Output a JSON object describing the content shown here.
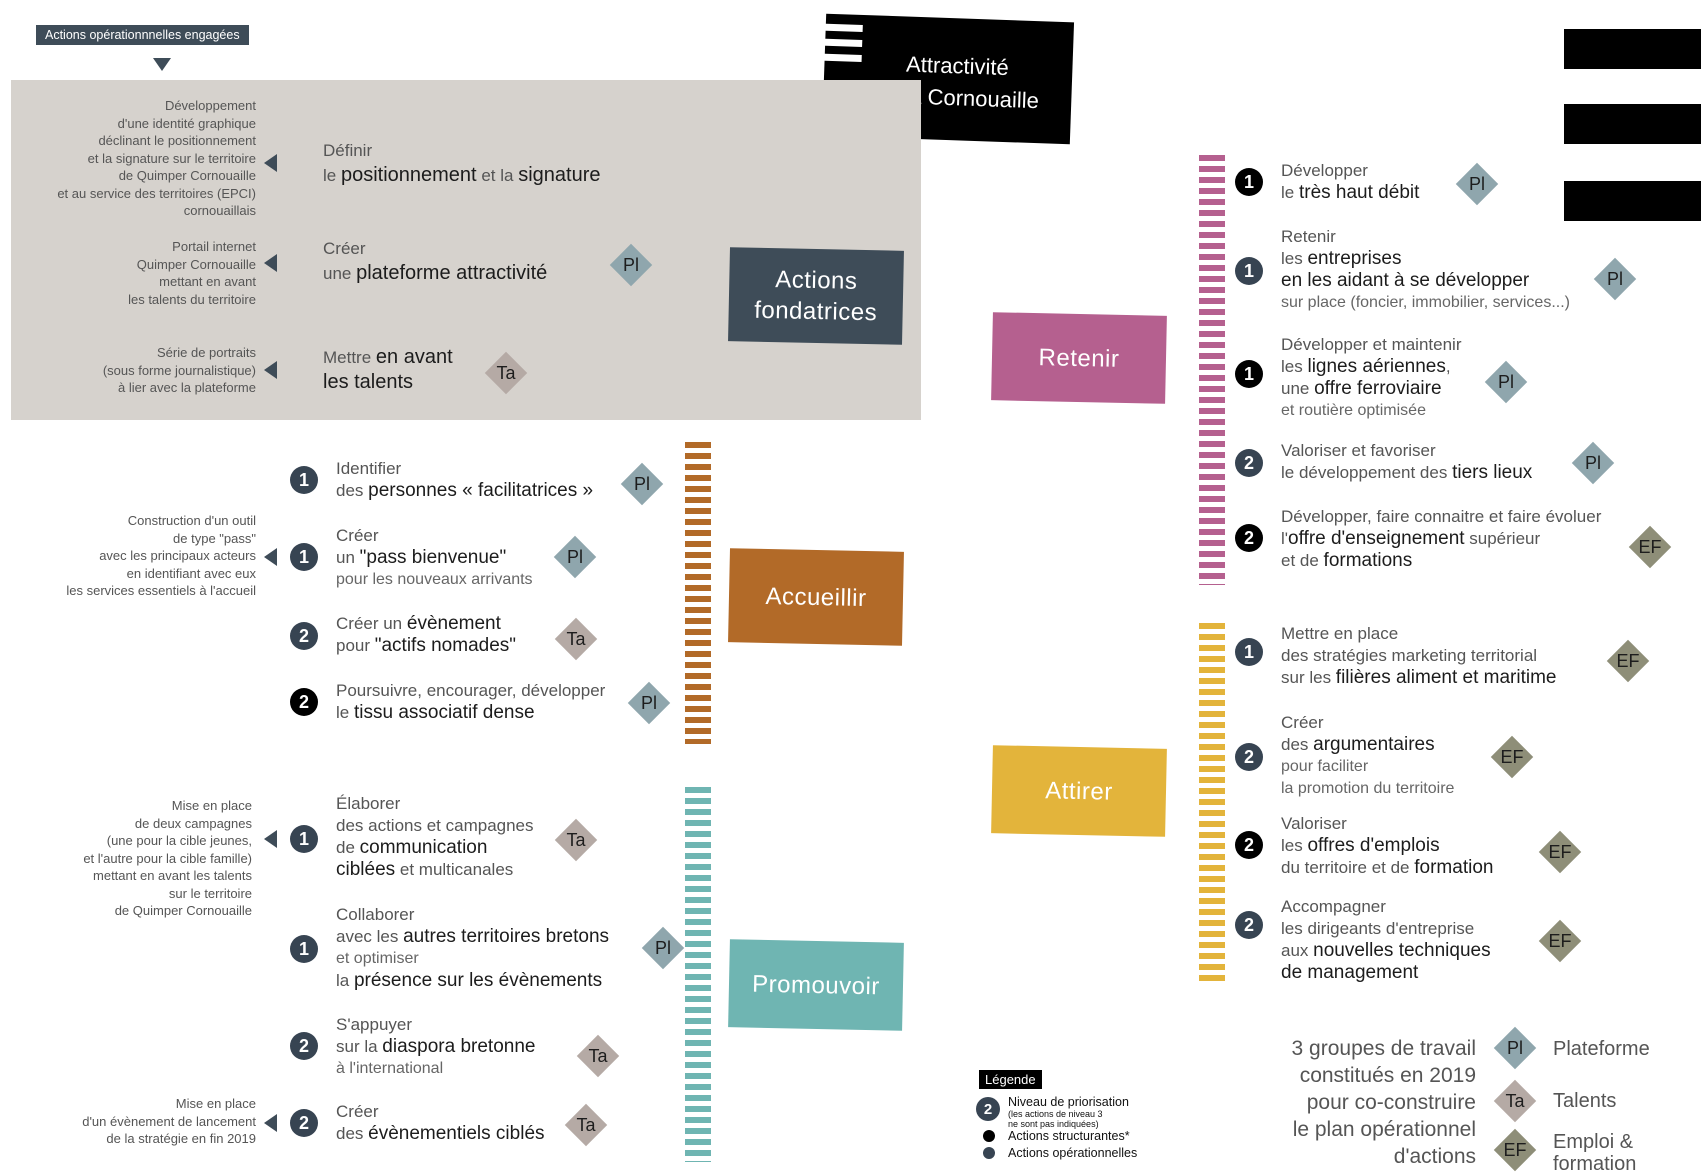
{
  "header": {
    "tag": "Actions opérationnnelles engagées",
    "title_line1": "Attractivité",
    "title_line2": "de la Cornouaille"
  },
  "fondatrices": {
    "label_line1": "Actions",
    "label_line2": "fondatrices",
    "color": "#3e4c58",
    "items": [
      {
        "note": [
          "Développement",
          "d'une identité graphique",
          "déclinant le positionnement",
          "et la signature sur le territoire",
          "de Quimper Cornouaille",
          "et au service des territoires (EPCI)",
          "cornouaillais"
        ],
        "l1": "Définir",
        "l2a": "le ",
        "l2b": "positionnement",
        "l2c": " et la ",
        "l2d": "signature",
        "badge": ""
      },
      {
        "note": [
          "Portail internet",
          "Quimper Cornouaille",
          "mettant en avant",
          "les talents du territoire"
        ],
        "l1": "Créer",
        "l2a": "une ",
        "l2b": "plateforme attractivité",
        "badge": "Pl"
      },
      {
        "note": [
          "Série de portraits",
          "(sous forme journalistique)",
          "à lier avec la plateforme"
        ],
        "l1a": "Mettre ",
        "l1b": "en avant",
        "l2": "les talents",
        "badge": "Ta"
      }
    ]
  },
  "accueillir": {
    "label": "Accueillir",
    "color": "#b26a28",
    "items": [
      {
        "num": "1",
        "l1": "Identifier",
        "l2a": "des ",
        "l2b": "personnes « facilitatrices »",
        "badge": "Pl"
      },
      {
        "num": "1",
        "note": [
          "Construction d'un outil",
          "de type \"pass\"",
          "avec les principaux acteurs",
          "en identifiant avec eux",
          "les services essentiels à l'accueil"
        ],
        "l1": "Créer",
        "l2a": "un ",
        "l2b": "\"pass bienvenue\"",
        "l3": "pour les nouveaux arrivants",
        "badge": "Pl"
      },
      {
        "num": "2",
        "l1a": "Créer un ",
        "l1b": "évènement",
        "l2a": "pour ",
        "l2b": "\"actifs nomades\"",
        "badge": "Ta"
      },
      {
        "num": "2",
        "l1": "Poursuivre, encourager, développer",
        "l2a": "le ",
        "l2b": "tissu associatif dense",
        "badge": "Pl"
      }
    ]
  },
  "promouvoir": {
    "label": "Promouvoir",
    "color": "#6fb5b2",
    "items": [
      {
        "num": "1",
        "note": [
          "Mise en place",
          "de deux campagnes",
          "(une pour la cible jeunes,",
          "et l'autre pour la cible famille)",
          "mettant en avant les talents",
          "sur le territoire",
          "de Quimper Cornouaille"
        ],
        "l1": "Élaborer",
        "l2": "des actions et campagnes",
        "l3a": "de ",
        "l3b": "communication",
        "l4a": "ciblées",
        "l4b": " et multicanales",
        "badge": "Ta"
      },
      {
        "num": "1",
        "l1": "Collaborer",
        "l2a": "avec les ",
        "l2b": "autres territoires bretons",
        "l3": "et optimiser",
        "l4a": "la ",
        "l4b": "présence sur les évènements",
        "badge": "Pl"
      },
      {
        "num": "2",
        "l1": "S'appuyer",
        "l2a": "sur la ",
        "l2b": "diaspora bretonne",
        "l3": "à l'international",
        "badge": "Ta"
      },
      {
        "num": "2",
        "note": [
          "Mise en place",
          "d'un évènement de lancement",
          "de la stratégie en fin 2019"
        ],
        "l1": "Créer",
        "l2a": "des ",
        "l2b": "évènementiels ciblés",
        "badge": "Ta"
      }
    ]
  },
  "retenir": {
    "label": "Retenir",
    "color": "#b5608f",
    "items": [
      {
        "num": "1",
        "l1": "Développer",
        "l2a": "le ",
        "l2b": "très haut débit",
        "badge": "Pl"
      },
      {
        "num": "1",
        "l1": "Retenir",
        "l2a": "les ",
        "l2b": "entreprises",
        "l3": "en les aidant à se développer",
        "l4": "sur place (foncier, immobilier, services...)",
        "badge": "Pl"
      },
      {
        "num": "1",
        "l1": "Développer et maintenir",
        "l2a": "les ",
        "l2b": "lignes aériennes",
        "l2c": ",",
        "l3a": "une ",
        "l3b": "offre ferroviaire",
        "l4": "et routière optimisée",
        "badge": "Pl"
      },
      {
        "num": "2",
        "l1": "Valoriser et favoriser",
        "l2a": "le développement des ",
        "l2b": "tiers lieux",
        "badge": "Pl"
      },
      {
        "num": "2",
        "l1": "Développer, faire connaitre et faire évoluer",
        "l2a": "l'",
        "l2b": "offre d'enseignement",
        "l2c": " supérieur",
        "l3a": "et de ",
        "l3b": "formations",
        "badge": "EF"
      }
    ]
  },
  "attirer": {
    "label": "Attirer",
    "color": "#e3b43b",
    "items": [
      {
        "num": "1",
        "l1": "Mettre en place",
        "l2": "des stratégies marketing territorial",
        "l3a": "sur les ",
        "l3b": "filières aliment et maritime",
        "badge": "EF"
      },
      {
        "num": "2",
        "l1": "Créer",
        "l2a": "des ",
        "l2b": "argumentaires",
        "l3": "pour faciliter",
        "l4": "la promotion du territoire",
        "badge": "EF"
      },
      {
        "num": "2",
        "l1": "Valoriser",
        "l2a": "les ",
        "l2b": "offres d'emplois",
        "l3a": "du territoire et de ",
        "l3b": "formation",
        "badge": "EF"
      },
      {
        "num": "2",
        "l1": "Accompagner",
        "l2": "les dirigeants d'entreprise",
        "l3a": "aux ",
        "l3b": "nouvelles techniques",
        "l4": "de management",
        "badge": "EF"
      }
    ]
  },
  "legend": {
    "title": "Légende",
    "num_sample": "2",
    "prio": "Niveau de priorisation",
    "prio_note1": "(les actions de niveau 3",
    "prio_note2": "ne sont pas indiquées)",
    "structurantes": "Actions structurantes*",
    "operationnelles": "Actions opérationnelles"
  },
  "groups": {
    "text": [
      "3 groupes de travail",
      "constitués en 2019",
      "pour co-construire",
      "le plan opérationnel",
      "d'actions"
    ],
    "items": [
      {
        "badge": "Pl",
        "label": "Plateforme"
      },
      {
        "badge": "Ta",
        "label": "Talents"
      },
      {
        "badge": "EF",
        "label_line1": "Emploi &",
        "label_line2": "formation"
      }
    ]
  }
}
